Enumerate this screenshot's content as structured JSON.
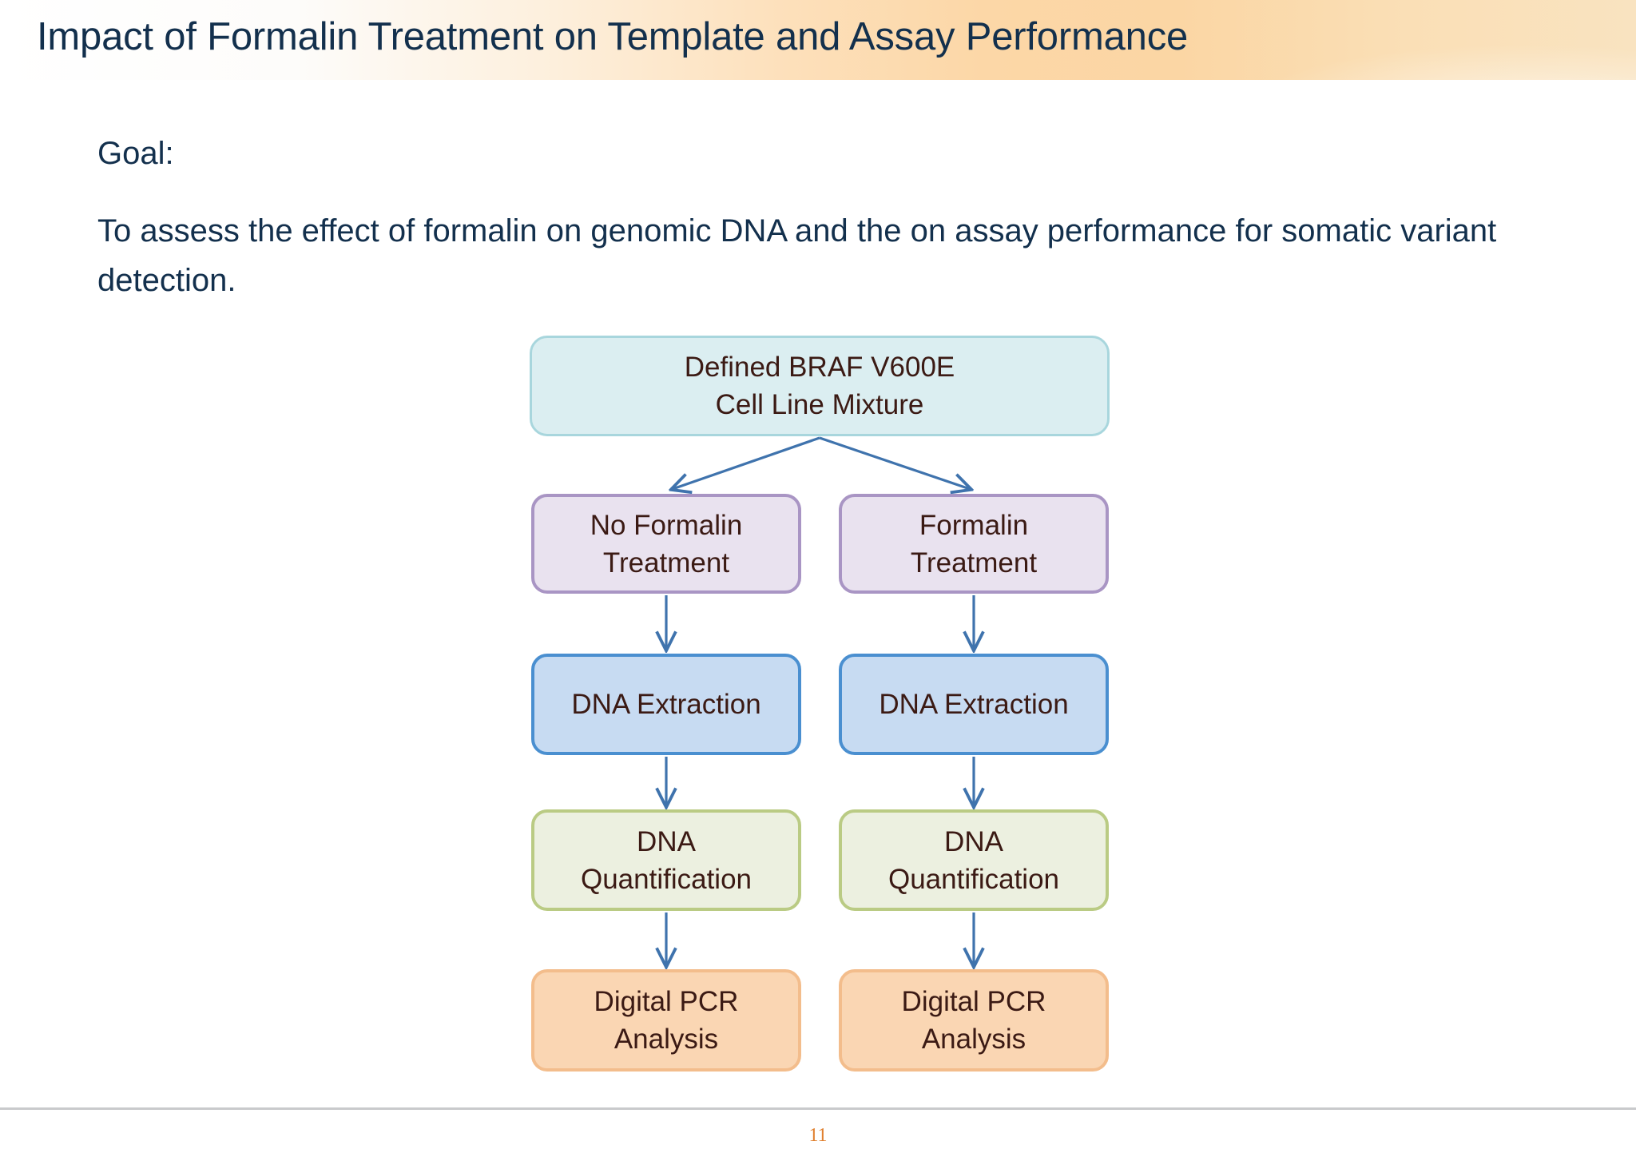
{
  "slide": {
    "title": "Impact of Formalin Treatment on Template and Assay Performance",
    "goal_label": "Goal:",
    "goal_text": "To assess the effect of formalin on genomic DNA and the on assay performance for somatic variant detection.",
    "page_number": "11"
  },
  "colors": {
    "title_text": "#13304d",
    "body_text": "#13304d",
    "node_text": "#3b1a14",
    "header_gradient_start": "#ffffff",
    "header_gradient_end": "#fbd6a4",
    "source_fill": "#dbeef1",
    "source_border": "#a8d6dd",
    "treatment_fill": "#e9e2ef",
    "treatment_border": "#a995c4",
    "extraction_fill": "#c7dbf2",
    "extraction_border": "#4a8fd0",
    "quantification_fill": "#ecf0e0",
    "quantification_border": "#bacb84",
    "pcr_fill": "#fad6b3",
    "pcr_border": "#f3bd8c",
    "connector": "#3f73ad",
    "footer_rule": "#c9cacc",
    "page_number": "#e0802f"
  },
  "flowchart": {
    "source": {
      "line1": "Defined BRAF V600E",
      "line2": "Cell Line Mixture"
    },
    "branches": [
      {
        "id": "no-formalin",
        "treatment_line1": "No Formalin",
        "treatment_line2": "Treatment",
        "extraction": "DNA Extraction",
        "quantification_line1": "DNA",
        "quantification_line2": "Quantification",
        "pcr_line1": "Digital PCR",
        "pcr_line2": "Analysis"
      },
      {
        "id": "formalin",
        "treatment_line1": "Formalin",
        "treatment_line2": "Treatment",
        "extraction": "DNA Extraction",
        "quantification_line1": "DNA",
        "quantification_line2": "Quantification",
        "pcr_line1": "Digital PCR",
        "pcr_line2": "Analysis"
      }
    ]
  }
}
